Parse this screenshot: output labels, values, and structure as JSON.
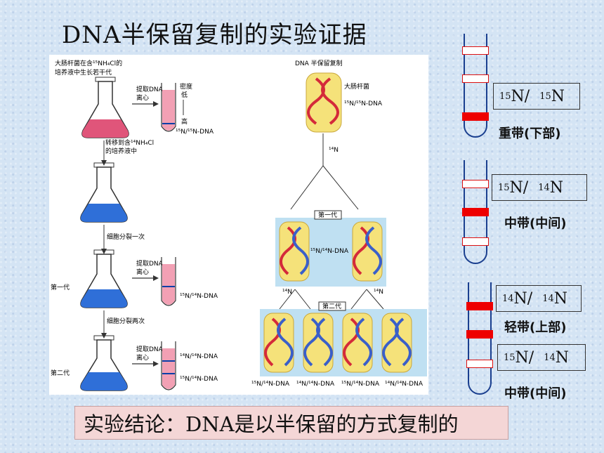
{
  "title": "DNA半保留复制的实验证据",
  "conclusion": "实验结论：DNA是以半保留的方式复制的",
  "left_diagram": {
    "intro_line1": "大肠杆菌在含¹⁵NH₄Cl的",
    "intro_line2": "培养液中生长若干代",
    "extract1": "提取DNA,",
    "extract2": "离心",
    "density": "密度",
    "low": "低",
    "high": "高",
    "heavy_label": "¹⁵N/¹⁵N-DNA",
    "transfer1": "转移到含¹⁴NH₄Cl",
    "transfer2": "的培养液中",
    "division_once": "细胞分裂一次",
    "gen1": "第一代",
    "mid_label": "¹⁵N/¹⁴N-DNA",
    "division_twice": "细胞分裂两次",
    "gen2": "第二代",
    "light_label2": "¹⁴N/¹⁴N-DNA",
    "mid_label2": "¹⁵N/¹⁴N-DNA"
  },
  "right_diagram": {
    "header": "DNA 半保留复制",
    "ecoli": "大肠杆菌",
    "parent_dna": "¹⁵N/¹⁵N-DNA",
    "n14": "¹⁴N",
    "gen1_box": "第一代",
    "gen1_dna": "¹⁵N/¹⁴N-DNA",
    "gen2_box": "第二代",
    "bottom_labels": [
      "¹⁵N/¹⁴N-DNA",
      "¹⁴N/¹⁴N-DNA",
      "¹⁵N/¹⁴N-DNA",
      "¹⁴N/¹⁴N-DNA"
    ]
  },
  "tubes": [
    {
      "box_a": "15",
      "box_b": "15",
      "caption": "重带(下部)"
    },
    {
      "box_a": "15",
      "box_b": "14",
      "caption": "中带(中间)"
    },
    {
      "box_a": "14",
      "box_b": "14",
      "caption": "轻带(上部)",
      "box2_a": "15",
      "box2_b": "14",
      "caption2": "中带(中间)"
    }
  ],
  "colors": {
    "band": "#ee0000",
    "tube_outline": "#1a3f8f",
    "strand_heavy": "#d42a3a",
    "strand_light": "#3a5fc9",
    "cell_fill": "#f5e27a"
  }
}
